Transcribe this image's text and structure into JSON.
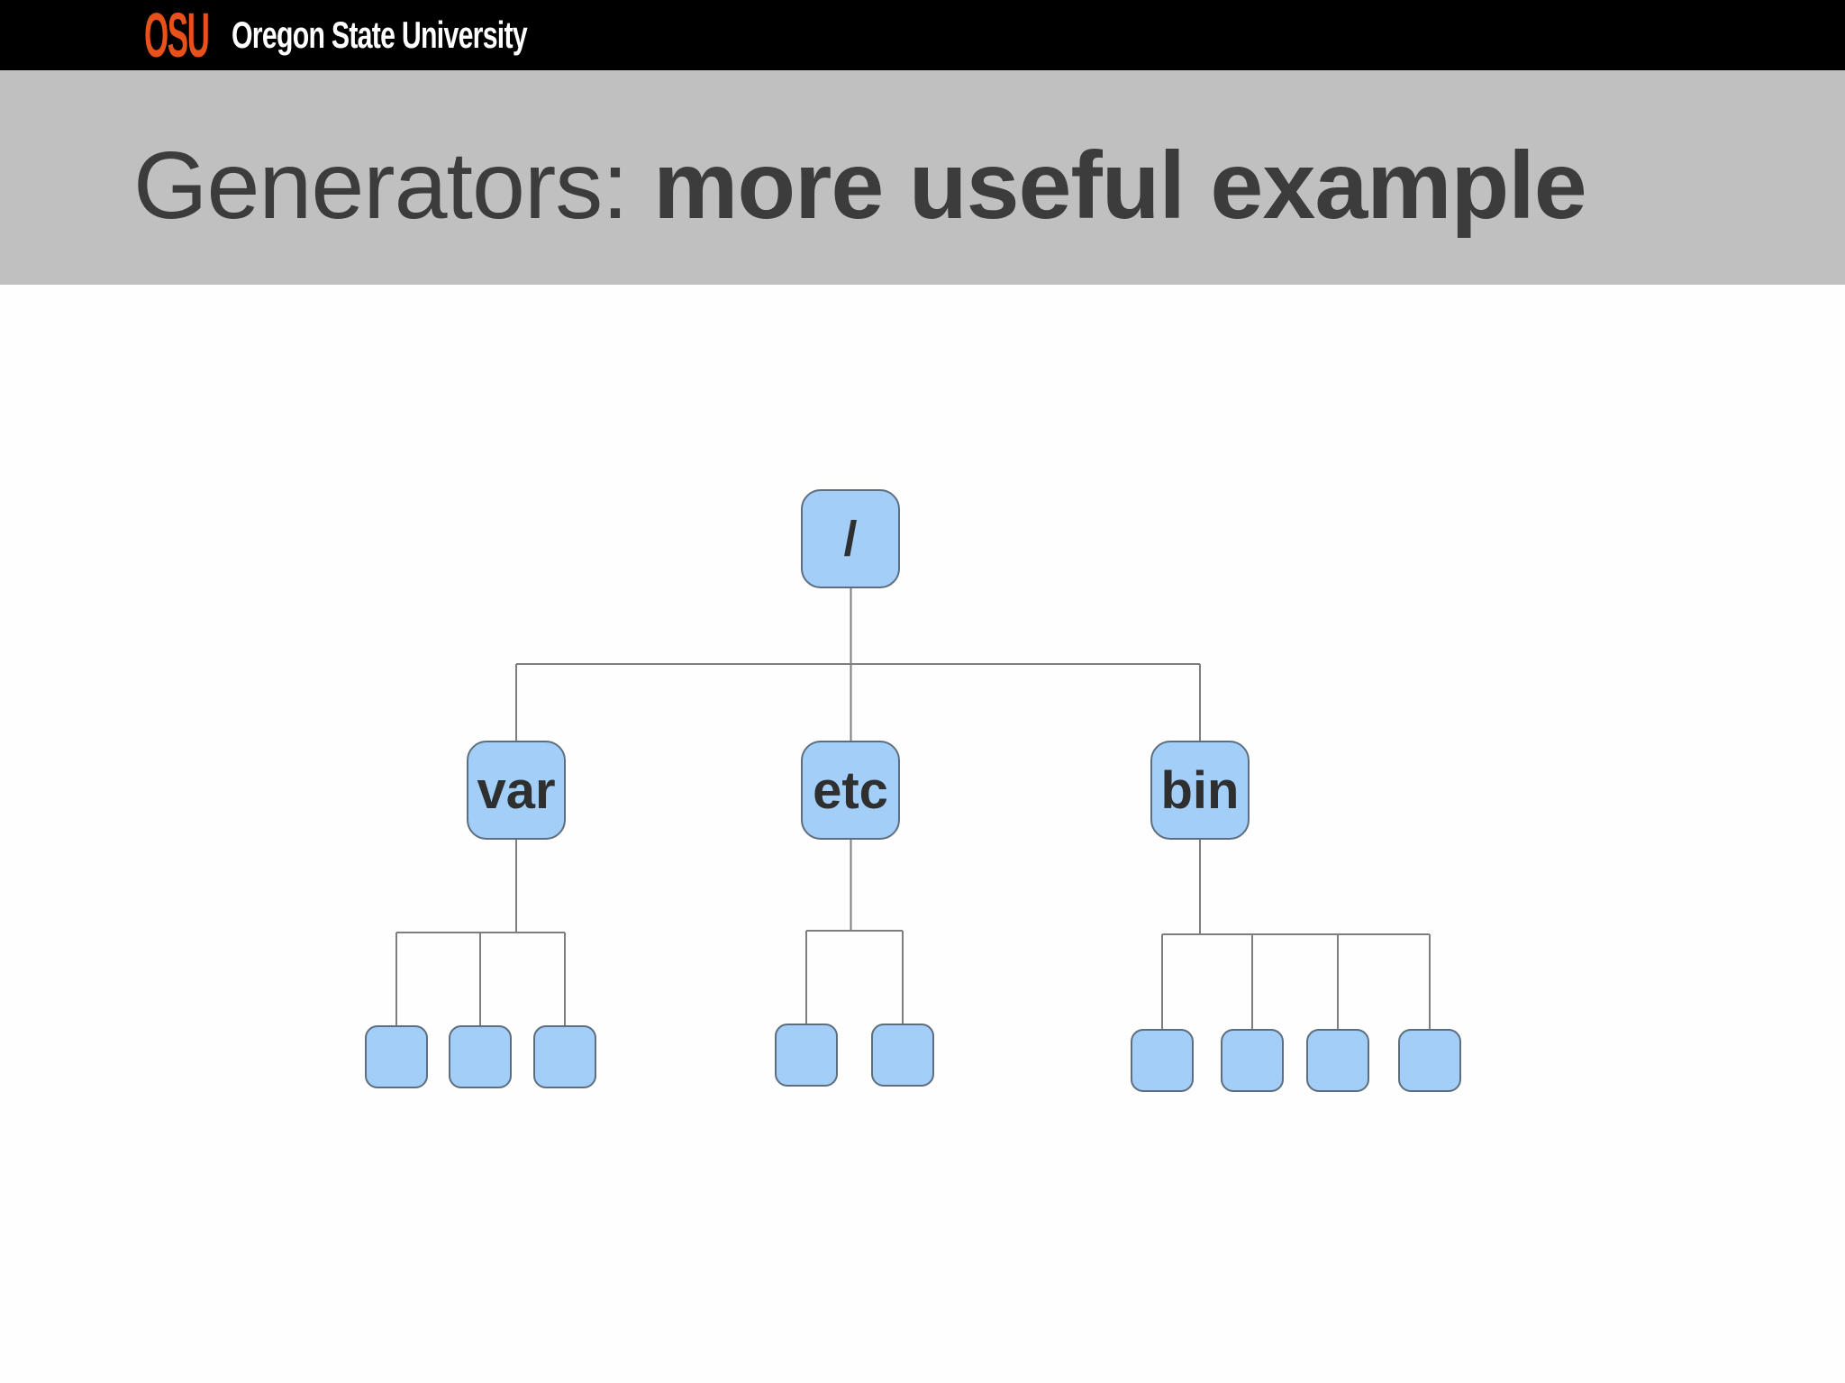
{
  "header": {
    "logo_acronym": "OSU",
    "logo_text": "Oregon State University",
    "bar_color": "#000000",
    "accent_color": "#E8521A"
  },
  "title": {
    "prefix": "Generators: ",
    "emphasis": "more useful example",
    "band_color": "#C0C0C0",
    "text_color": "#3C3C3C"
  },
  "tree": {
    "description": "Filesystem directory tree diagram",
    "node_fill": "#A3CEF7",
    "node_border": "#5E6E7E",
    "line_color": "#7E7E7E",
    "root": {
      "label": "/"
    },
    "branches": [
      {
        "label": "var",
        "leaf_count": 3
      },
      {
        "label": "etc",
        "leaf_count": 2
      },
      {
        "label": "bin",
        "leaf_count": 4
      }
    ]
  }
}
